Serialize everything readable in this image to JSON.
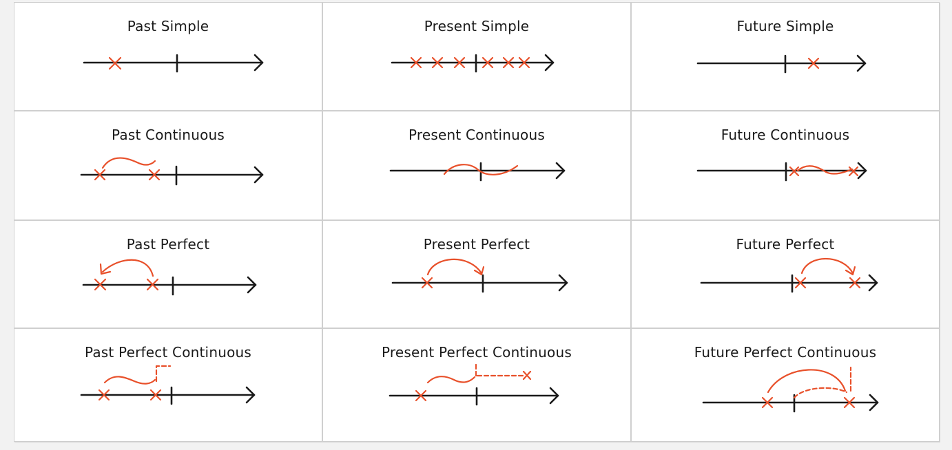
{
  "accent_color": "#e8502a",
  "line_color": "#1a1a1a",
  "cells": [
    {
      "title": "Past Simple"
    },
    {
      "title": "Present Simple"
    },
    {
      "title": "Future Simple"
    },
    {
      "title": "Past Continuous"
    },
    {
      "title": "Present Continuous"
    },
    {
      "title": "Future Continuous"
    },
    {
      "title": "Past Perfect"
    },
    {
      "title": "Present Perfect"
    },
    {
      "title": "Future Perfect"
    },
    {
      "title": "Past Perfect Continuous"
    },
    {
      "title": "Present Perfect Continuous"
    },
    {
      "title": "Future Perfect Continuous"
    }
  ]
}
